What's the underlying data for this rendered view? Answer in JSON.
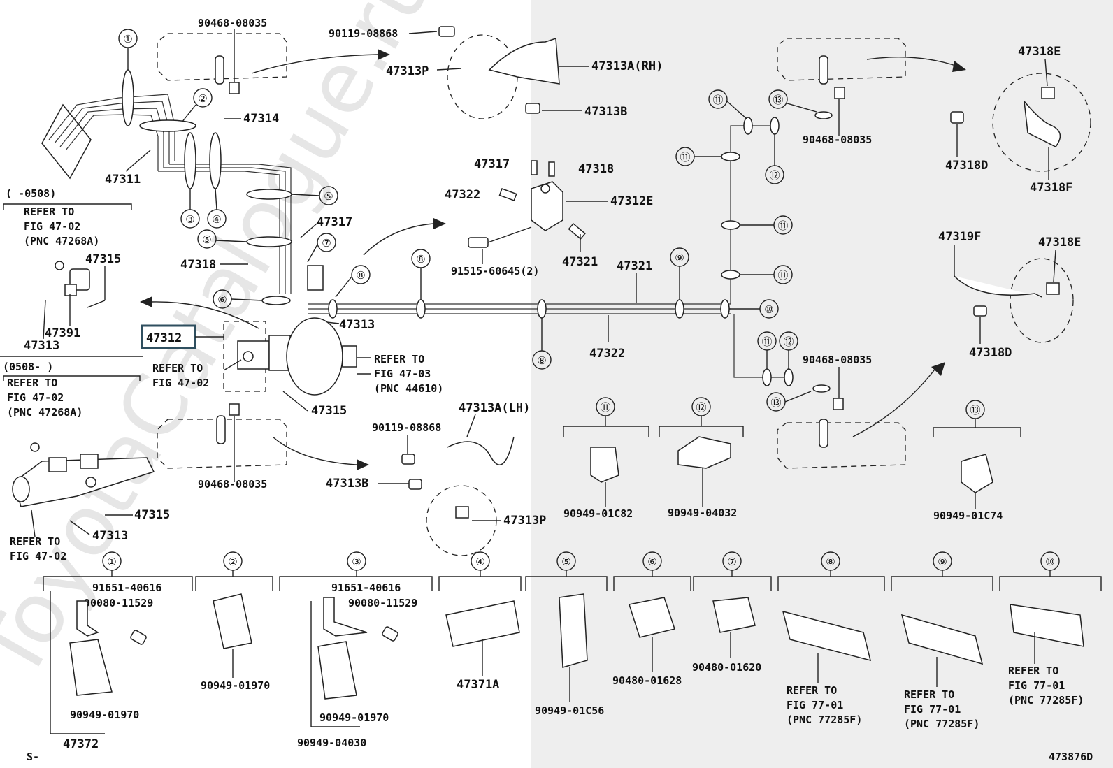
{
  "watermark": "ToyotaCatalogue.ru",
  "footer": {
    "left": "S-",
    "right": "473876D"
  },
  "highlight": {
    "label": "47312",
    "color": "#2f4f5f"
  },
  "date_ranges": {
    "before": "(     -0508)",
    "after": "(0508-     )"
  },
  "parts": {
    "p90468_top": "90468-08035",
    "p90119_top": "90119-08868",
    "p47313P_top": "47313P",
    "p47313A_RH": "47313A(RH)",
    "p47313B_top": "47313B",
    "p47314": "47314",
    "p47311": "47311",
    "p47317_mid": "47317",
    "p47318_mid": "47318",
    "p47317_top": "47317",
    "p47318_top": "47318",
    "p47322_top": "47322",
    "p47312E": "47312E",
    "p91515": "91515-60645(2)",
    "p47321_a": "47321",
    "p47321_b": "47321",
    "p47313_mid": "47313",
    "p47322_mid": "47322",
    "p47315_left": "47315",
    "p47391": "47391",
    "p47313_left": "47313",
    "p47315_mid": "47315",
    "p47313A_LH": "47313A(LH)",
    "p90119_bot": "90119-08868",
    "p47313B_bot": "47313B",
    "p47313P_bot": "47313P",
    "p90468_bot": "90468-08035",
    "p47315_bot": "47315",
    "p47313_bot": "47313",
    "p90468_r1": "90468-08035",
    "p90468_r2": "90468-08035",
    "p47318E_a": "47318E",
    "p47318D_a": "47318D",
    "p47318F": "47318F",
    "p47319F": "47319F",
    "p47318E_b": "47318E",
    "p47318D_b": "47318D",
    "p90949_01C82": "90949-01C82",
    "p90949_04032": "90949-04032",
    "p90949_01C74": "90949-01C74"
  },
  "refer_blocks": {
    "r1": [
      "REFER TO",
      "FIG 47-02",
      "(PNC 47268A)"
    ],
    "r2": [
      "REFER TO",
      "FIG 47-02",
      "(PNC 47268A)"
    ],
    "r3": [
      "REFER TO",
      "FIG 47-02"
    ],
    "r4": [
      "REFER TO",
      "FIG 47-03",
      "(PNC 44610)"
    ],
    "r5": [
      "REFER TO",
      "FIG 47-02"
    ]
  },
  "bottom_groups": [
    {
      "num": "①",
      "p_a": "91651-40616",
      "p_b": "90080-11529",
      "p_c": "90949-01970",
      "p_d": "47372"
    },
    {
      "num": "②",
      "p_a": "90949-01970"
    },
    {
      "num": "③",
      "p_a": "91651-40616",
      "p_b": "90080-11529",
      "p_c": "90949-01970",
      "p_d": "90949-04030"
    },
    {
      "num": "④",
      "p_a": "47371A"
    },
    {
      "num": "⑤",
      "p_a": "90949-01C56"
    },
    {
      "num": "⑥",
      "p_a": "90480-01628"
    },
    {
      "num": "⑦",
      "p_a": "90480-01620"
    },
    {
      "num": "⑧",
      "refer": [
        "REFER TO",
        "FIG 77-01",
        "(PNC 77285F)"
      ]
    },
    {
      "num": "⑨",
      "refer": [
        "REFER TO",
        "FIG 77-01",
        "(PNC 77285F)"
      ]
    },
    {
      "num": "⑩",
      "refer": [
        "REFER TO",
        "FIG 77-01",
        "(PNC 77285F)"
      ]
    }
  ],
  "callouts": {
    "c1": "①",
    "c2": "②",
    "c3": "③",
    "c4": "④",
    "c5a": "⑤",
    "c5b": "⑤",
    "c6": "⑥",
    "c7": "⑦",
    "c8a": "⑧",
    "c8b": "⑧",
    "c8c": "⑧",
    "c9": "⑨",
    "c10": "⑩",
    "c11a": "⑪",
    "c11b": "⑪",
    "c11c": "⑪",
    "c11d": "⑪",
    "c11e": "⑪",
    "c12a": "⑫",
    "c12b": "⑫",
    "c13a": "⑬",
    "c13b": "⑬",
    "g11": "⑪",
    "g12": "⑫",
    "g13": "⑬"
  }
}
